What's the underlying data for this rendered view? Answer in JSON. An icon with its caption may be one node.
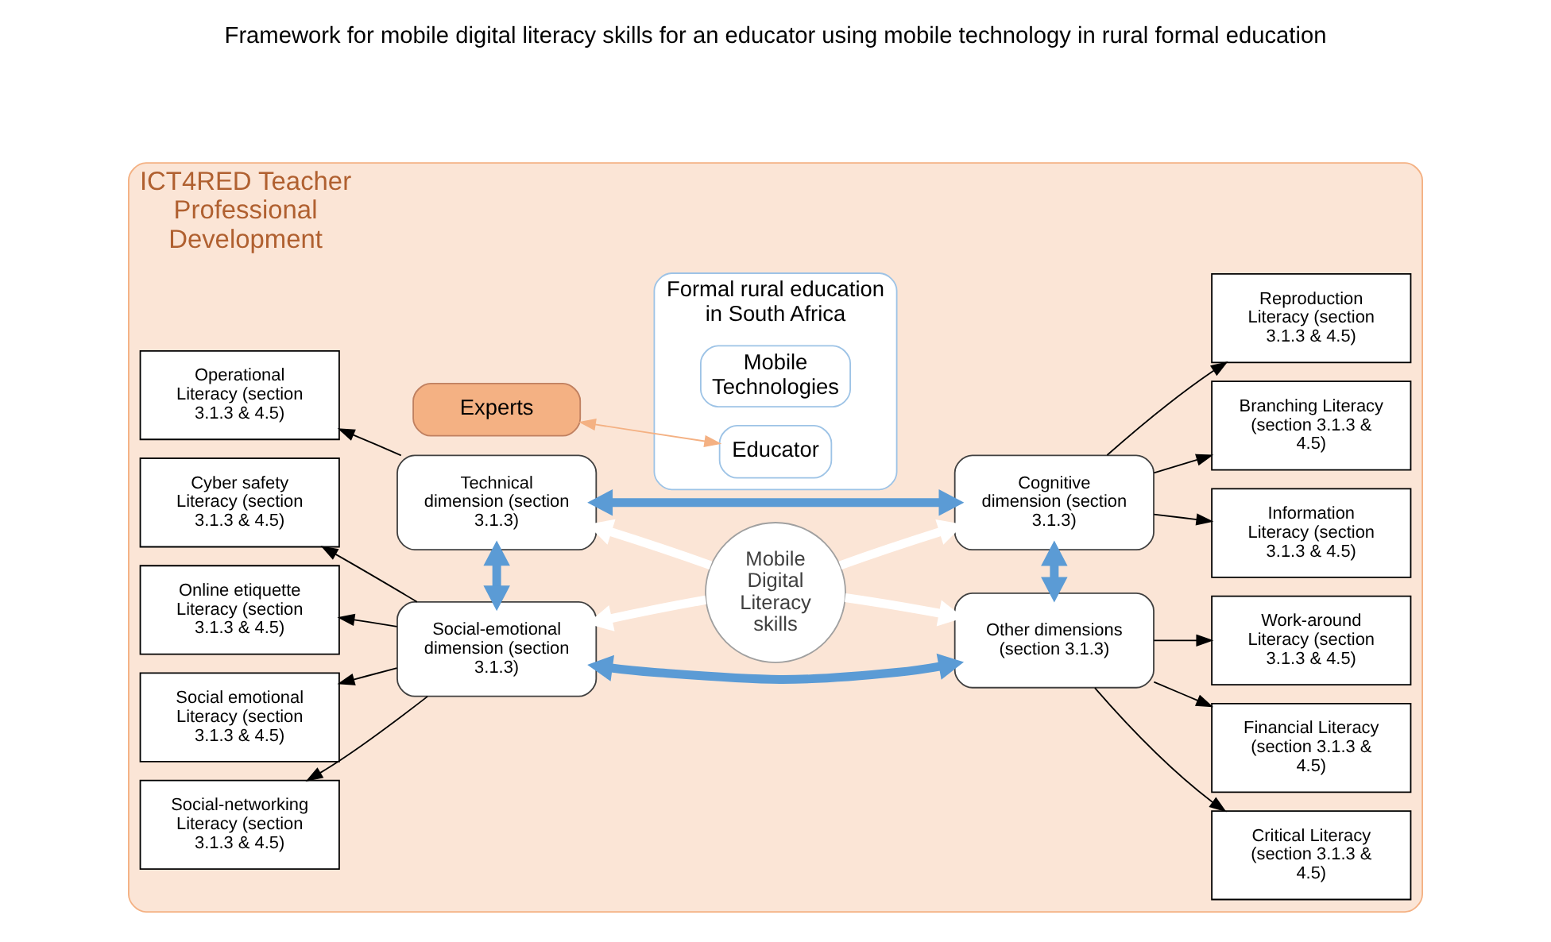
{
  "diagram": {
    "title": "Framework for mobile digital literacy skills for an educator using mobile technology in rural formal education",
    "nodes": [
      {
        "text": [
          "ICT4RED Teacher Professional Development"
        ]
      },
      {
        "text": [
          "Formal rural education in South Africa"
        ],
        "in": 0
      },
      {
        "text": [
          "Mobile Technologies"
        ],
        "in": 1
      },
      {
        "text": [
          "Educator"
        ],
        "in": 1
      },
      {
        "text": [
          "Experts"
        ],
        "in": 0
      },
      {
        "text": [
          "Technical dimension (section 3.1.3)"
        ],
        "in": 0
      },
      {
        "text": [
          "Social-emotional dimension (section 3.1.3)"
        ],
        "in": 0
      },
      {
        "text": [
          "Mobile Digital Literacy skills"
        ],
        "in": 0
      },
      {
        "text": [
          "Cognitive dimension (section 3.1.3)"
        ],
        "in": 0
      },
      {
        "text": [
          "Other dimensions (section 3.1.3)"
        ],
        "in": 0
      },
      {
        "text": [
          "Operational Literacy (section 3.1.3 & 4.5)"
        ],
        "in": 0
      },
      {
        "text": [
          "Cyber safety Literacy (section 3.1.3 & 4.5)"
        ],
        "in": 0
      },
      {
        "text": [
          "Online etiquette Literacy (section 3.1.3 & 4.5)"
        ],
        "in": 0
      },
      {
        "text": [
          "Social emotional Literacy (section 3.1.3 & 4.5)"
        ],
        "in": 0
      },
      {
        "text": [
          "Social-networking Literacy (section 3.1.3 & 4.5)"
        ],
        "in": 0
      },
      {
        "text": [
          "Reproduction Literacy (section 3.1.3 & 4.5)"
        ],
        "in": 0
      },
      {
        "text": [
          "Branching Literacy (section 3.1.3 & 4.5)"
        ],
        "in": 0
      },
      {
        "text": [
          "Information Literacy (section 3.1.3 & 4.5)"
        ],
        "in": 0
      },
      {
        "text": [
          "Work-around Literacy (section 3.1.3 & 4.5)"
        ],
        "in": 0
      },
      {
        "text": [
          "Financial Literacy (section 3.1.3 & 4.5)"
        ],
        "in": 0
      },
      {
        "text": [
          "Critical Literacy (section 3.1.3 & 4.5)"
        ],
        "in": 0
      }
    ],
    "edges": [
      {
        "from": 4,
        "to": 3,
        "arrow": "both",
        "color": "#f4b183"
      },
      {
        "from": 5,
        "to": 8,
        "arrow": "both",
        "style": "thick",
        "color": "#5b9bd5"
      },
      {
        "from": 5,
        "to": 6,
        "arrow": "both",
        "style": "thick",
        "color": "#5b9bd5"
      },
      {
        "from": 8,
        "to": 9,
        "arrow": "both",
        "style": "thick",
        "color": "#5b9bd5"
      },
      {
        "from": 6,
        "to": 9,
        "arrow": "both",
        "style": "thick",
        "color": "#5b9bd5"
      },
      {
        "from": 7,
        "to": 5,
        "arrow": "to",
        "style": "thick",
        "color": "#ffffff"
      },
      {
        "from": 7,
        "to": 8,
        "arrow": "to",
        "style": "thick",
        "color": "#ffffff"
      },
      {
        "from": 7,
        "to": 6,
        "arrow": "to",
        "style": "thick",
        "color": "#ffffff"
      },
      {
        "from": 7,
        "to": 9,
        "arrow": "to",
        "style": "thick",
        "color": "#ffffff"
      },
      {
        "from": 5,
        "to": 10,
        "arrow": "to"
      },
      {
        "from": 6,
        "to": 11,
        "arrow": "to"
      },
      {
        "from": 6,
        "to": 12,
        "arrow": "to"
      },
      {
        "from": 6,
        "to": 13,
        "arrow": "to"
      },
      {
        "from": 6,
        "to": 14,
        "arrow": "to"
      },
      {
        "from": 8,
        "to": 15,
        "arrow": "to"
      },
      {
        "from": 8,
        "to": 16,
        "arrow": "to"
      },
      {
        "from": 8,
        "to": 17,
        "arrow": "to"
      },
      {
        "from": 9,
        "to": 18,
        "arrow": "to"
      },
      {
        "from": 9,
        "to": 19,
        "arrow": "to"
      },
      {
        "from": 9,
        "to": 20,
        "arrow": "to"
      }
    ]
  }
}
